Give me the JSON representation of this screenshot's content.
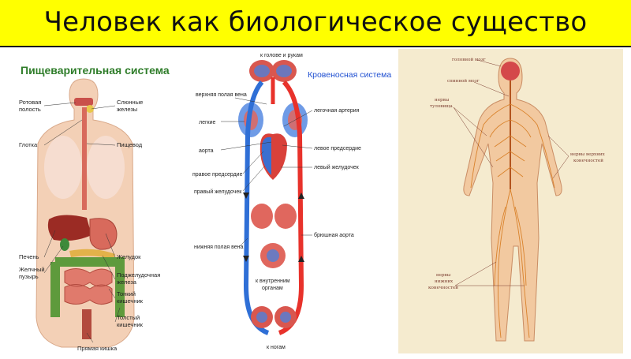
{
  "title": "Человек как биологическое существо",
  "digestive": {
    "heading": "Пищеварительная система",
    "labels": {
      "mouth_1": "Ротовая",
      "mouth_2": "полость",
      "throat": "Глотка",
      "salivary_1": "Слюнные",
      "salivary_2": "железы",
      "esophagus": "Пищевод",
      "liver": "Печень",
      "gallbladder_1": "Желчный",
      "gallbladder_2": "пузырь",
      "stomach": "Желудок",
      "pancreas_1": "Поджелудочная",
      "pancreas_2": "железа",
      "small_1": "Тонкий",
      "small_2": "кишечник",
      "large_1": "Толстый",
      "large_2": "кишечник",
      "rectum": "Прямая кишка"
    }
  },
  "circulatory": {
    "heading": "Кровеносная система",
    "labels": {
      "to_head": "к голове и рукам",
      "svc": "верхняя полая вена",
      "lungs": "легкие",
      "aorta": "аорта",
      "right_atrium": "правое предсердие",
      "right_ventricle": "правый желудочек",
      "ivc": "нижняя полая вена",
      "pulm_artery": "легочная артерия",
      "left_atrium": "левое предсердие",
      "left_ventricle": "левый желудочек",
      "abd_aorta": "брюшная аорта",
      "internal_1": "к внутренним",
      "internal_2": "органам",
      "to_legs": "к ногам"
    }
  },
  "nervous": {
    "labels": {
      "brain": "головной мозг",
      "spinal": "спинной мозг",
      "trunk_1": "нервы",
      "trunk_2": "туловища",
      "upper_1": "нервы верхних",
      "upper_2": "конечностей",
      "lower_1": "нервы",
      "lower_2": "нижних",
      "lower_3": "конечностей"
    }
  },
  "colors": {
    "title_bg": "#ffff00",
    "artery": "#e8322b",
    "vein": "#2f6fd6",
    "nerve": "#d9822b",
    "heading_green": "#2f7d2a",
    "heading_blue": "#1f4fd1"
  }
}
